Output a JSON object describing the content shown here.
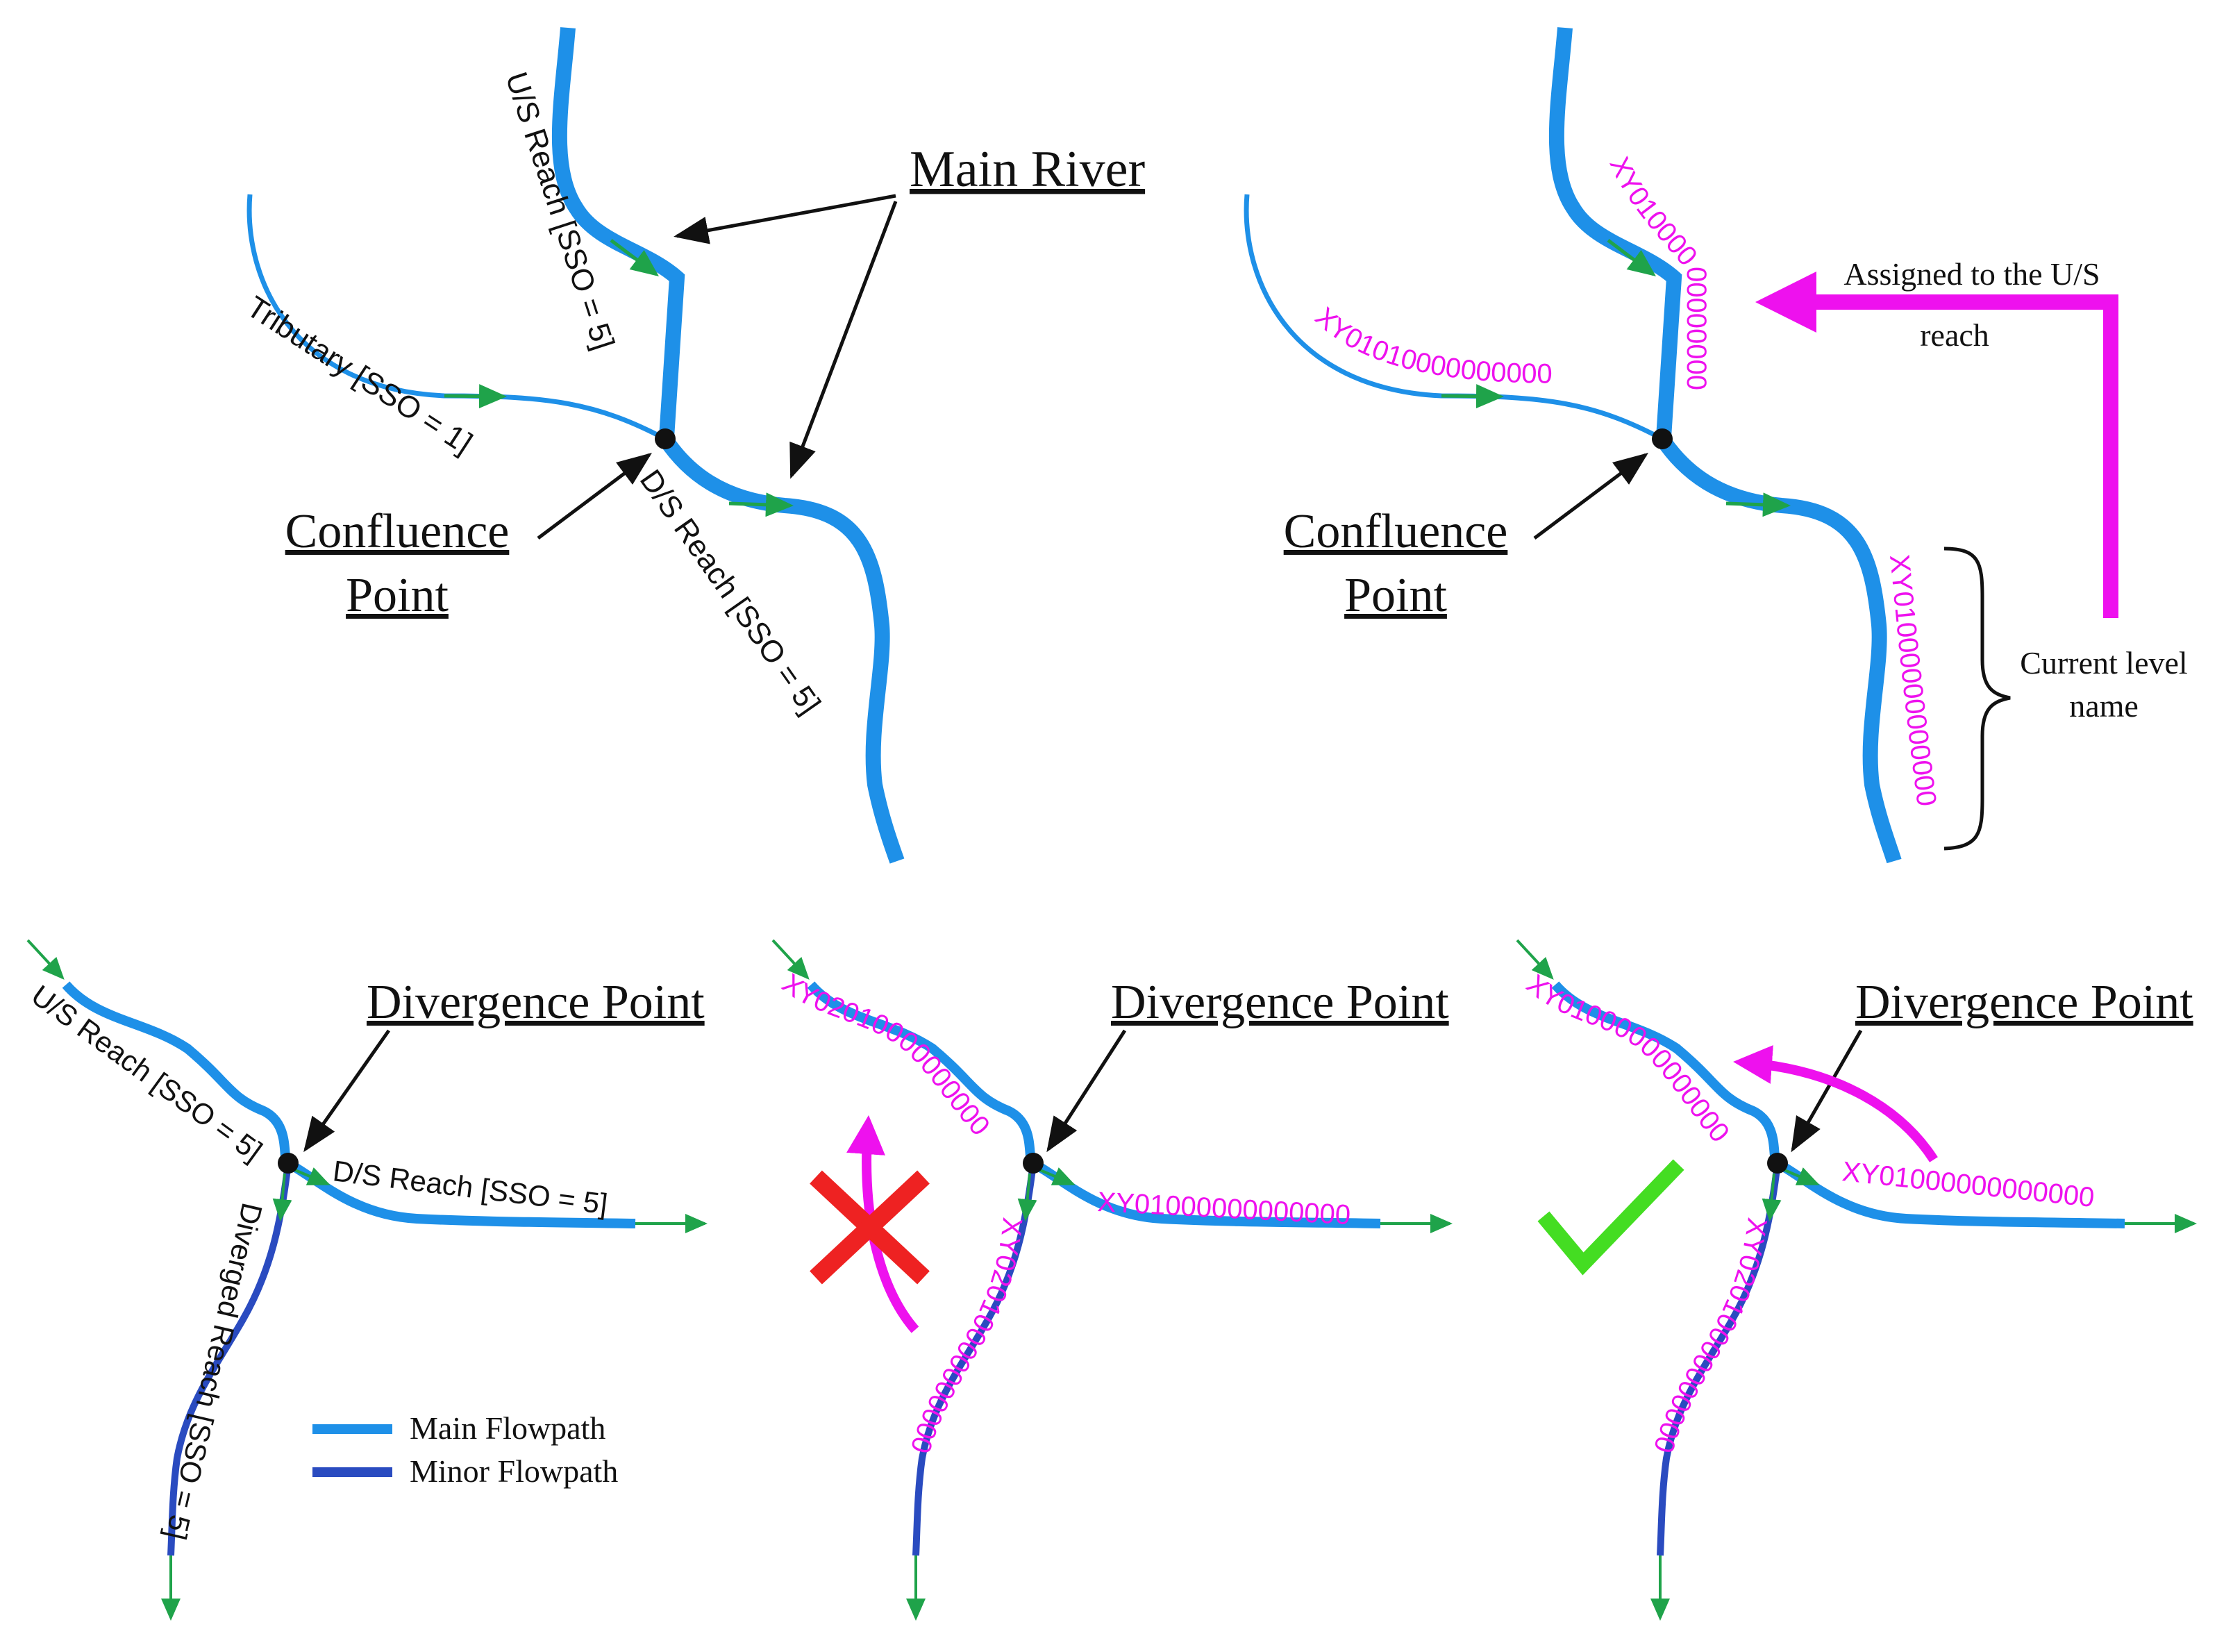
{
  "panel_tl": {
    "main_river": "Main River",
    "us_reach": "U/S Reach [SSO = 5]",
    "tributary": "Tributary [SSO = 1]",
    "ds_reach": "D/S Reach [SSO = 5]",
    "confluence_line1": "Confluence",
    "confluence_line2": "Point"
  },
  "panel_tr": {
    "code_us": "XY01000000000000",
    "code_trib": "XY01010000000000",
    "code_ds": "XY01000000000000",
    "assigned_line1": "Assigned to the U/S",
    "assigned_line2": "reach",
    "current_line1": "Current level",
    "current_line2": "name",
    "confluence_line1": "Confluence",
    "confluence_line2": "Point"
  },
  "panel_bl": {
    "title": "Divergence Point",
    "us_reach": "U/S Reach [SSO = 5]",
    "ds_reach": "D/S Reach [SSO = 5]",
    "diverged_reach": "Diverged Reach [SSO = 5]",
    "legend_main": "Main Flowpath",
    "legend_minor": "Minor Flowpath"
  },
  "panel_bm": {
    "title": "Divergence Point",
    "code_us": "XY02010000000000",
    "code_ds": "XY01000000000000",
    "code_div": "XY02010000000000"
  },
  "panel_br": {
    "title": "Divergence Point",
    "code_us": "XY01000000000000",
    "code_ds": "XY01000000000000",
    "code_div": "XY02010000000000"
  },
  "colors": {
    "main_flowpath": "#1e90e8",
    "minor_flowpath": "#2a4bc0",
    "flow_arrow": "#1fa34a",
    "code_label": "#ee11ee",
    "wrong_mark": "#ee2222",
    "right_mark": "#44dd22"
  }
}
